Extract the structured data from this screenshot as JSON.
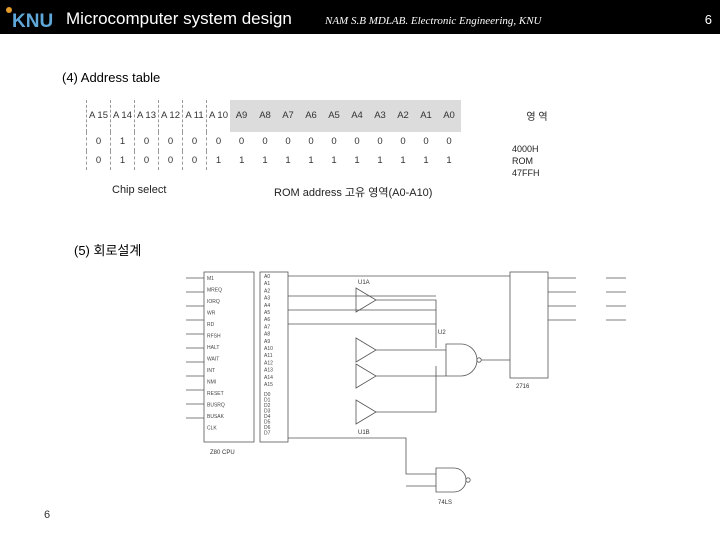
{
  "header": {
    "logo_text": "KNU",
    "title": "Microcomputer system design",
    "lab": "NAM S.B MDLAB. Electronic Engineering, KNU",
    "page_number": "6"
  },
  "address_table": {
    "heading": "(4) Address table",
    "columns": [
      "A 15",
      "A 14",
      "A 13",
      "A 12",
      "A 11",
      "A 10",
      "A9",
      "A8",
      "A7",
      "A6",
      "A5",
      "A4",
      "A3",
      "A2",
      "A1",
      "A0"
    ],
    "rows": [
      [
        "0",
        "1",
        "0",
        "0",
        "0",
        "0",
        "0",
        "0",
        "0",
        "0",
        "0",
        "0",
        "0",
        "0",
        "0",
        "0"
      ],
      [
        "0",
        "1",
        "0",
        "0",
        "0",
        "1",
        "1",
        "1",
        "1",
        "1",
        "1",
        "1",
        "1",
        "1",
        "1",
        "1"
      ]
    ],
    "region_header": "영 역",
    "region_values": [
      "4000H",
      "ROM",
      "47FFH"
    ],
    "chip_select_label": "Chip select",
    "rom_area_label": "ROM address 고유 영역(A0-A10)"
  },
  "circuit": {
    "heading": "(5) 회로설계",
    "cpu_label": "Z80 CPU",
    "rom_label": "2716",
    "gate1_label": "U1A",
    "gate2_label": "U1B",
    "gate3_label": "U2",
    "nand_label": "74LS",
    "cpu_pins": [
      "M1",
      "MREQ",
      "IORQ",
      "WR",
      "RD",
      "RFSH",
      "HALT",
      "WAIT",
      "INT",
      "NMI",
      "RESET",
      "BUSRQ",
      "BUSAK",
      "CLK"
    ],
    "addr_pins": [
      "A0",
      "A1",
      "A2",
      "A3",
      "A4",
      "A5",
      "A6",
      "A7",
      "A8",
      "A9",
      "A10",
      "A11",
      "A12",
      "A13",
      "A14",
      "A15"
    ],
    "data_pins": [
      "D0",
      "D1",
      "D2",
      "D3",
      "D4",
      "D5",
      "D6",
      "D7"
    ]
  },
  "footer": {
    "page_number": "6"
  }
}
